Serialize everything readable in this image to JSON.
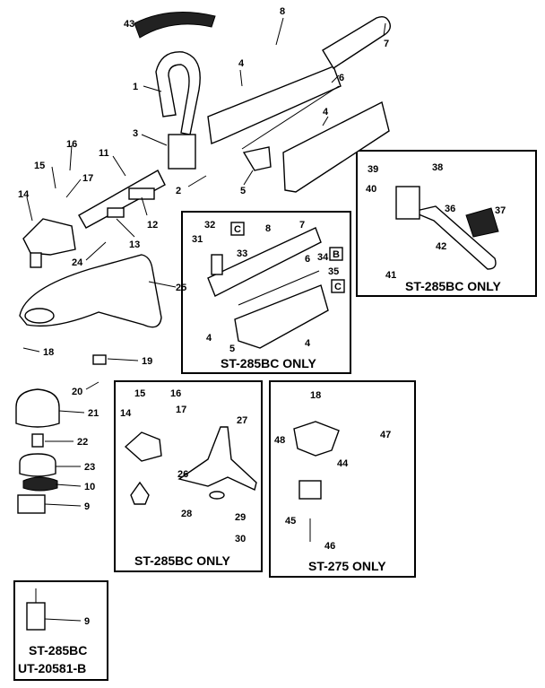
{
  "callouts": [
    "1",
    "2",
    "3",
    "4",
    "4",
    "4",
    "4",
    "5",
    "5",
    "6",
    "6",
    "7",
    "7",
    "8",
    "8",
    "9",
    "9",
    "10",
    "11",
    "12",
    "13",
    "14",
    "14",
    "15",
    "15",
    "16",
    "16",
    "17",
    "17",
    "18",
    "18",
    "19",
    "20",
    "21",
    "22",
    "23",
    "24",
    "25",
    "26",
    "27",
    "28",
    "29",
    "30",
    "31",
    "32",
    "33",
    "34",
    "35",
    "36",
    "37",
    "38",
    "39",
    "40",
    "41",
    "42",
    "43",
    "44",
    "45",
    "46",
    "47",
    "48"
  ],
  "letters": [
    "C",
    "B",
    "C"
  ],
  "captions": {
    "box_top_middle": "ST-285BC ONLY",
    "box_top_right": "ST-285BC ONLY",
    "box_bottom_middle": "ST-285BC ONLY",
    "box_bottom_right": "ST-275 ONLY",
    "box_bottom_left_line1": "ST-285BC",
    "box_bottom_left_line2": "UT-20581-B"
  }
}
